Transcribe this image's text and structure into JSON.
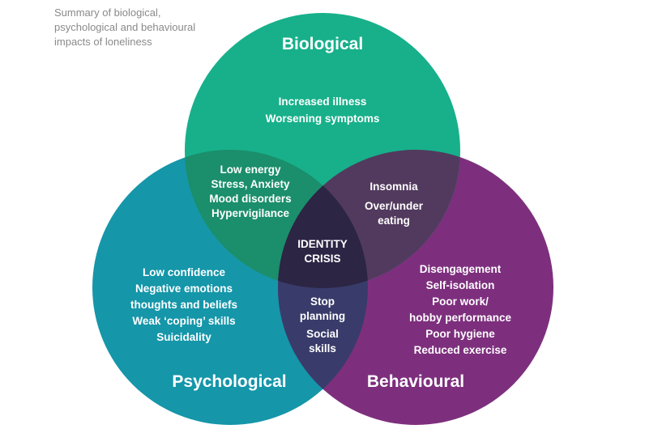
{
  "caption": [
    "Summary of biological,",
    "psychological and behavioural",
    "impacts of loneliness"
  ],
  "colors": {
    "biological": "#17b08a",
    "psychological": "#1596a9",
    "behavioural": "#7d2f7d",
    "bio_psych": "#1b8e6b",
    "bio_behav": "#523a5e",
    "psych_behav": "#393c6a",
    "center": "#2c2544",
    "text": "#ffffff",
    "caption": "#8a8a8a"
  },
  "circles": {
    "biological": {
      "title": "Biological",
      "items": [
        "Increased illness",
        "Worsening symptoms"
      ]
    },
    "psychological": {
      "title": "Psychological",
      "items": [
        "Low confidence",
        "Negative emotions",
        "thoughts and beliefs",
        "Weak ‘coping’ skills",
        "Suicidality"
      ]
    },
    "behavioural": {
      "title": "Behavioural",
      "items": [
        "Disengagement",
        "Self-isolation",
        "Poor work/",
        "hobby performance",
        "Poor hygiene",
        "Reduced exercise"
      ]
    }
  },
  "overlaps": {
    "bio_psych": [
      "Low energy",
      "Stress, Anxiety",
      "Mood disorders",
      "Hypervigilance"
    ],
    "bio_behav": [
      "Insomnia",
      "",
      "Over/under",
      "eating"
    ],
    "psych_behav": [
      "Stop",
      "planning",
      "",
      "Social",
      "skills"
    ],
    "center": [
      "IDENTITY",
      "CRISIS"
    ]
  }
}
